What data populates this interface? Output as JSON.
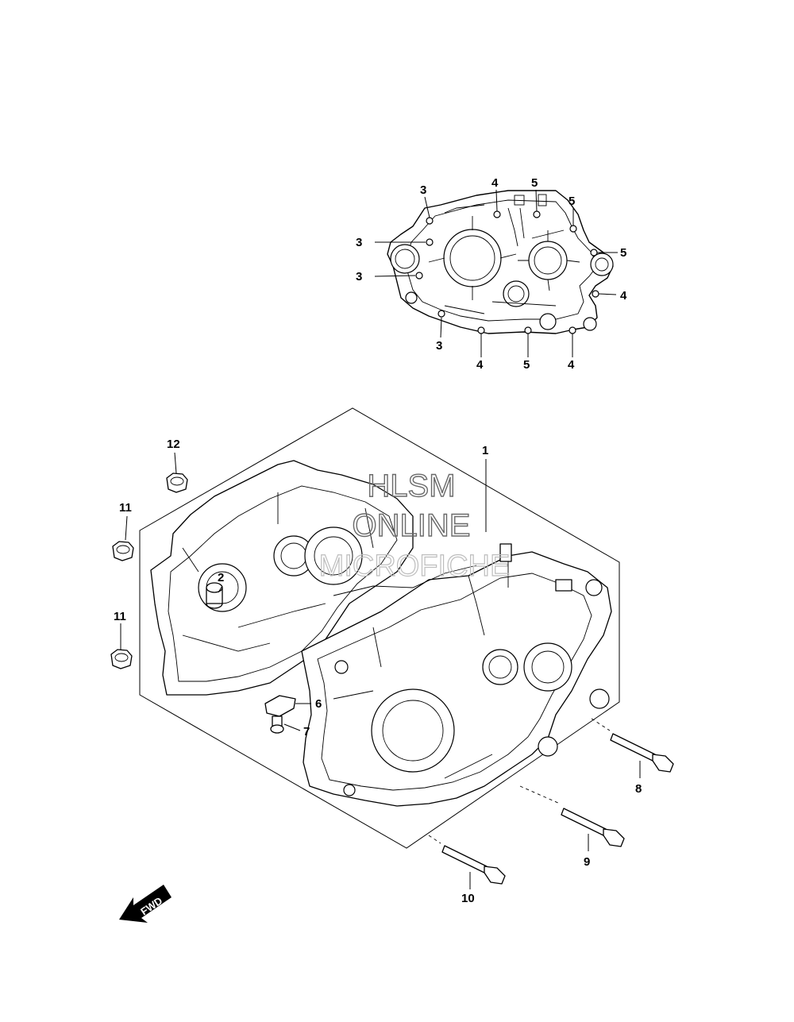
{
  "watermark": {
    "line1": "HLSM",
    "line2": "ONLINE",
    "line3": "MICROFICHE"
  },
  "fwd_label": "FWD",
  "callouts": {
    "c1": "1",
    "c2": "2",
    "c3a": "3",
    "c3b": "3",
    "c3c": "3",
    "c3d": "3",
    "c4a": "4",
    "c4b": "4",
    "c4c": "4",
    "c4d": "4",
    "c5a": "5",
    "c5b": "5",
    "c5c": "5",
    "c5d": "5",
    "c6": "6",
    "c7": "7",
    "c8": "8",
    "c9": "9",
    "c10": "10",
    "c11a": "11",
    "c11b": "11",
    "c12": "12"
  }
}
